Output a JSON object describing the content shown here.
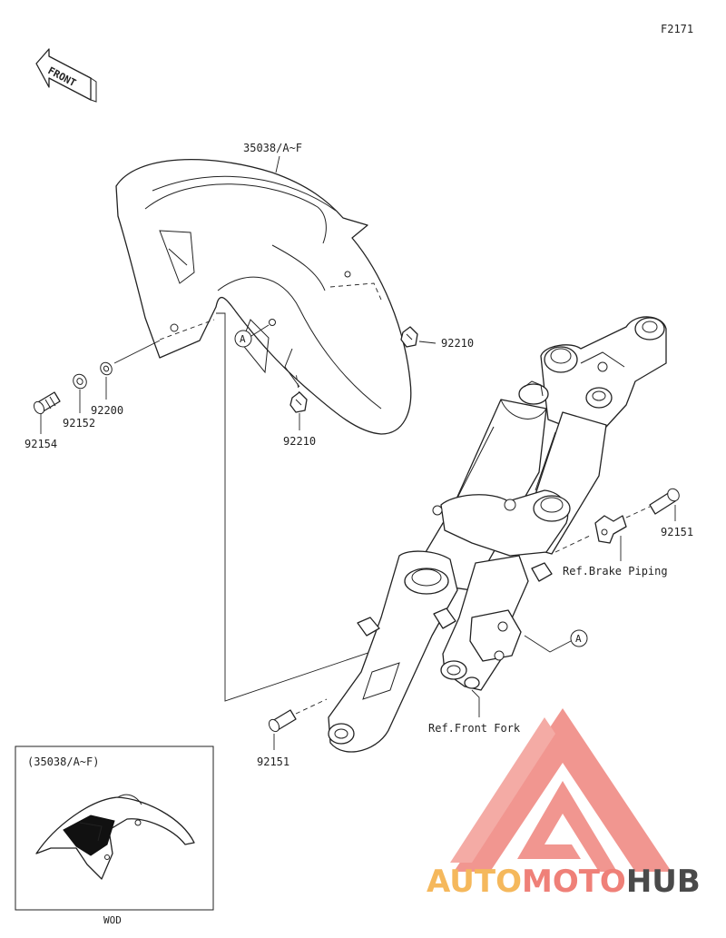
{
  "figure_code": "F2171",
  "front_indicator": "FRONT",
  "callouts": {
    "fender": "35038/A~F",
    "bolt_left": "92154",
    "washer_left": "92152",
    "washer_right": "92200",
    "nut_upper": "92210",
    "nut_lower": "92210",
    "bolt_upper_right": "92151",
    "bolt_lower": "92151",
    "ref_brake": "Ref.Brake Piping",
    "ref_fork": "Ref.Front Fork",
    "marker_a1": "A",
    "marker_a2": "A"
  },
  "inset": {
    "title": "(35038/A~F)",
    "footer": "WOD"
  },
  "watermark": {
    "part1": "AUTO",
    "part2": "MOTO",
    "part3": "HUB",
    "colors": {
      "triangle": "#f08b85",
      "auto": "#f5b85c",
      "moto": "#ef8078",
      "hub": "#4a4a4a"
    }
  }
}
